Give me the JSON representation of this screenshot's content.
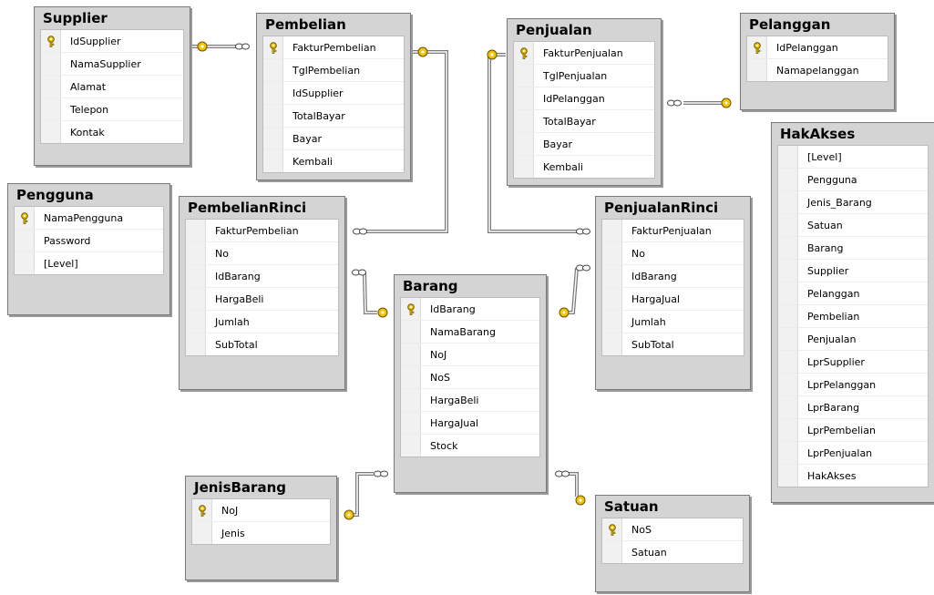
{
  "tables": {
    "supplier": {
      "name": "Supplier",
      "columns": [
        {
          "name": "IdSupplier",
          "pk": true
        },
        {
          "name": "NamaSupplier"
        },
        {
          "name": "Alamat"
        },
        {
          "name": "Telepon"
        },
        {
          "name": "Kontak"
        }
      ]
    },
    "pembelian": {
      "name": "Pembelian",
      "columns": [
        {
          "name": "FakturPembelian",
          "pk": true
        },
        {
          "name": "TglPembelian"
        },
        {
          "name": "IdSupplier"
        },
        {
          "name": "TotalBayar"
        },
        {
          "name": "Bayar"
        },
        {
          "name": "Kembali"
        }
      ]
    },
    "penjualan": {
      "name": "Penjualan",
      "columns": [
        {
          "name": "FakturPenjualan",
          "pk": true
        },
        {
          "name": "TglPenjualan"
        },
        {
          "name": "IdPelanggan"
        },
        {
          "name": "TotalBayar"
        },
        {
          "name": "Bayar"
        },
        {
          "name": "Kembali"
        }
      ]
    },
    "pelanggan": {
      "name": "Pelanggan",
      "columns": [
        {
          "name": "IdPelanggan",
          "pk": true
        },
        {
          "name": "Namapelanggan"
        }
      ]
    },
    "pengguna": {
      "name": "Pengguna",
      "columns": [
        {
          "name": "NamaPengguna",
          "pk": true
        },
        {
          "name": "Password"
        },
        {
          "name": "[Level]"
        }
      ]
    },
    "pembelianrinci": {
      "name": "PembelianRinci",
      "columns": [
        {
          "name": "FakturPembelian"
        },
        {
          "name": "No"
        },
        {
          "name": "IdBarang"
        },
        {
          "name": "HargaBeli"
        },
        {
          "name": "Jumlah"
        },
        {
          "name": "SubTotal"
        }
      ]
    },
    "penjualanrinci": {
      "name": "PenjualanRinci",
      "columns": [
        {
          "name": "FakturPenjualan"
        },
        {
          "name": "No"
        },
        {
          "name": "IdBarang"
        },
        {
          "name": "HargaJual"
        },
        {
          "name": "Jumlah"
        },
        {
          "name": "SubTotal"
        }
      ]
    },
    "barang": {
      "name": "Barang",
      "columns": [
        {
          "name": "IdBarang",
          "pk": true
        },
        {
          "name": "NamaBarang"
        },
        {
          "name": "NoJ"
        },
        {
          "name": "NoS"
        },
        {
          "name": "HargaBeli"
        },
        {
          "name": "HargaJual"
        },
        {
          "name": "Stock"
        }
      ]
    },
    "hakakses": {
      "name": "HakAkses",
      "columns": [
        {
          "name": "[Level]"
        },
        {
          "name": "Pengguna"
        },
        {
          "name": "Jenis_Barang"
        },
        {
          "name": "Satuan"
        },
        {
          "name": "Barang"
        },
        {
          "name": "Supplier"
        },
        {
          "name": "Pelanggan"
        },
        {
          "name": "Pembelian"
        },
        {
          "name": "Penjualan"
        },
        {
          "name": "LprSupplier"
        },
        {
          "name": "LprPelanggan"
        },
        {
          "name": "LprBarang"
        },
        {
          "name": "LprPembelian"
        },
        {
          "name": "LprPenjualan"
        },
        {
          "name": "HakAkses"
        }
      ]
    },
    "jenisbarang": {
      "name": "JenisBarang",
      "columns": [
        {
          "name": "NoJ",
          "pk": true
        },
        {
          "name": "Jenis"
        }
      ]
    },
    "satuan": {
      "name": "Satuan",
      "columns": [
        {
          "name": "NoS",
          "pk": true
        },
        {
          "name": "Satuan"
        }
      ]
    }
  },
  "relationships": [
    {
      "from": "pembelian",
      "to": "supplier",
      "type": "one-to-many"
    },
    {
      "from": "pembelianrinci",
      "to": "pembelian",
      "type": "one-to-many"
    },
    {
      "from": "pembelianrinci",
      "to": "barang",
      "type": "one-to-many"
    },
    {
      "from": "penjualan",
      "to": "pelanggan",
      "type": "one-to-many"
    },
    {
      "from": "penjualanrinci",
      "to": "penjualan",
      "type": "one-to-many"
    },
    {
      "from": "penjualanrinci",
      "to": "barang",
      "type": "one-to-many"
    },
    {
      "from": "barang",
      "to": "jenisbarang",
      "type": "one-to-many"
    },
    {
      "from": "barang",
      "to": "satuan",
      "type": "one-to-many"
    }
  ],
  "colors": {
    "key": "#f2c500",
    "key_outline": "#6b5200",
    "wire": "#7a7a7a",
    "table_bg": "#d4d4d4"
  },
  "icons": {
    "primary_key": "key-icon",
    "many_end": "infinity-icon"
  }
}
